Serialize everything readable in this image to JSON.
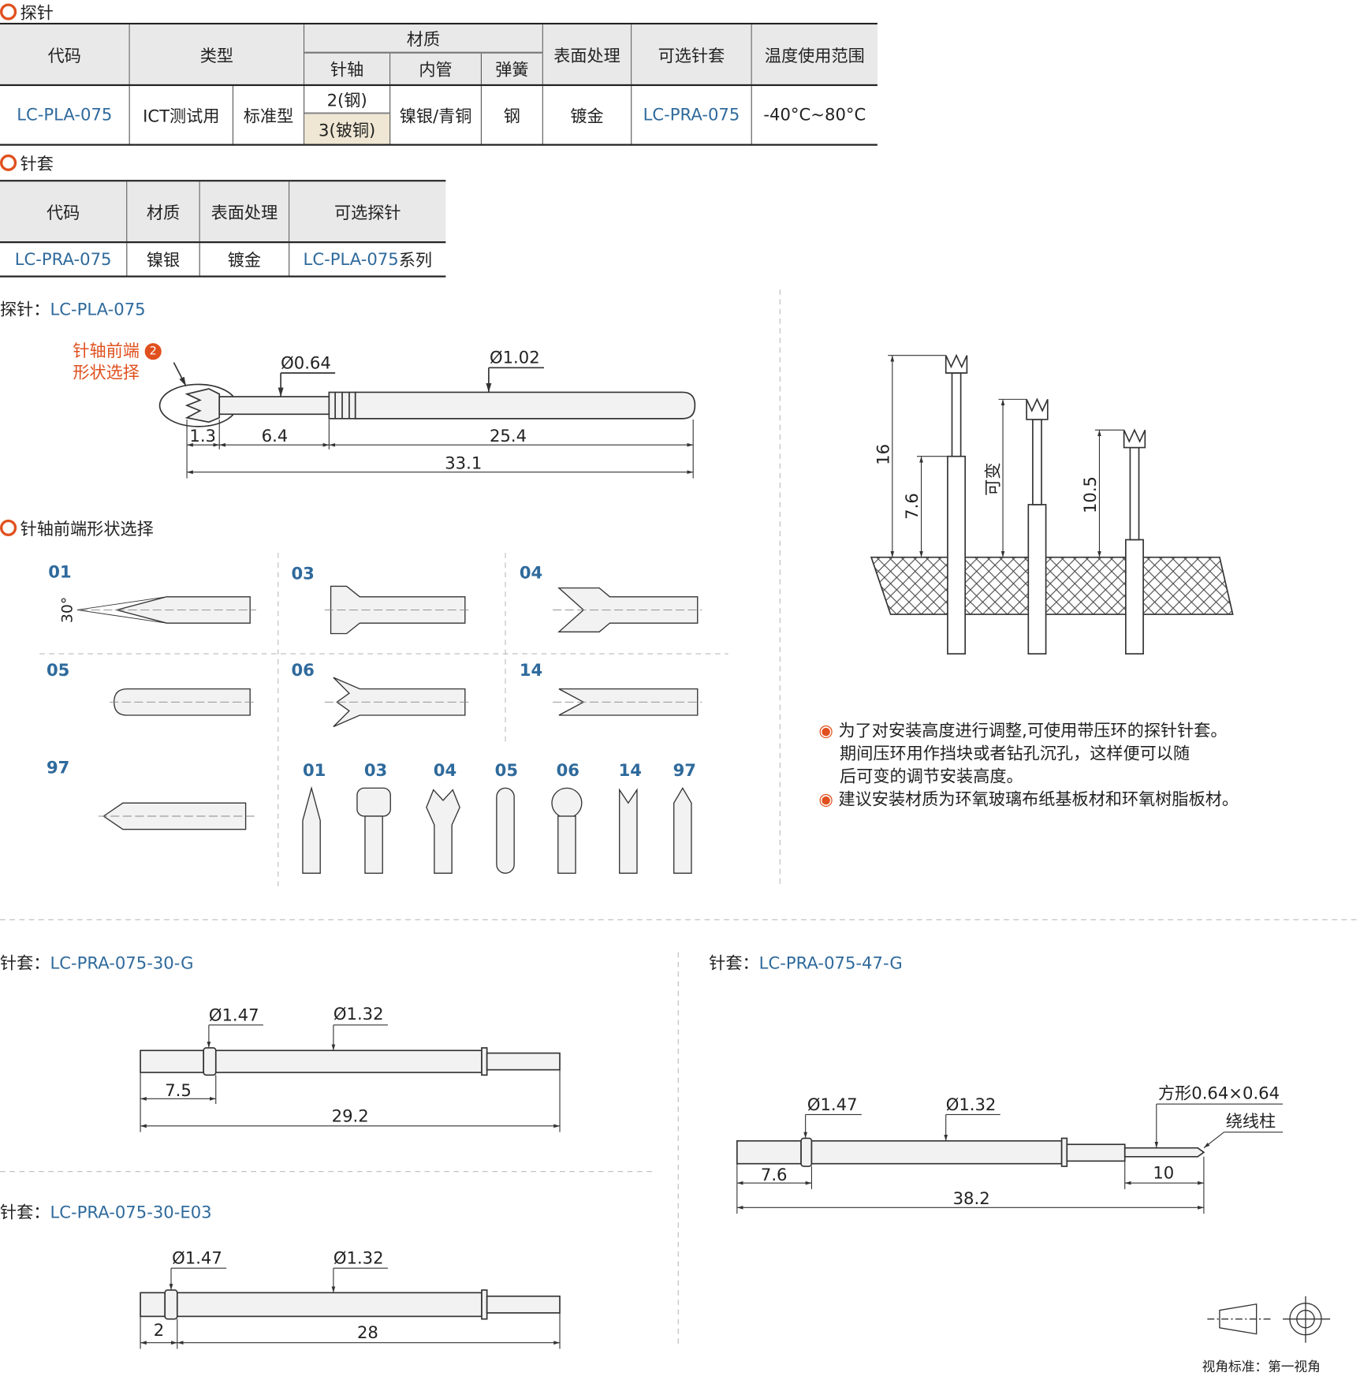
{
  "probe_table": {
    "title": "探针",
    "headers": {
      "code": "代码",
      "type": "类型",
      "material": "材质",
      "shaft": "针轴",
      "tube": "内管",
      "spring": "弹簧",
      "surface": "表面处理",
      "sleeve": "可选针套",
      "temp": "温度使用范围"
    },
    "row": {
      "code": "LC-PLA-075",
      "type1": "ICT测试用",
      "type2": "标准型",
      "shaft1": "2(钢)",
      "shaft2": "3(铍铜)",
      "tube": "镍银/青铜",
      "spring": "钢",
      "surface": "镀金",
      "sleeve": "LC-PRA-075",
      "temp": "-40°C~80°C"
    }
  },
  "sleeve_table": {
    "title": "针套",
    "headers": {
      "code": "代码",
      "material": "材质",
      "surface": "表面处理",
      "probe": "可选探针"
    },
    "row": {
      "code": "LC-PRA-075",
      "material": "镍银",
      "surface": "镀金",
      "probe_code": "LC-PLA-075",
      "probe_suffix": "系列"
    }
  },
  "probe_drawing": {
    "label": "探针：",
    "code": "LC-PLA-075",
    "callout1": "针轴前端",
    "callout_num": "2",
    "callout2": "形状选择",
    "d_tip": "Ø0.64",
    "d_body": "Ø1.02",
    "l1": "1.3",
    "l2": "6.4",
    "l3": "25.4",
    "total": "33.1"
  },
  "tip_shapes": {
    "title": "针轴前端形状选择",
    "angle": "30°",
    "codes": [
      "01",
      "03",
      "04",
      "05",
      "06",
      "14",
      "97"
    ]
  },
  "install": {
    "h1": "16",
    "h2": "7.6",
    "variable": "可变",
    "h3": "10.5"
  },
  "notes": [
    "为了对安装高度进行调整,可使用带压环的探针针套。",
    "期间压环用作挡块或者钻孔沉孔，这样便可以随",
    "后可变的调节安装高度。",
    "建议安装材质为环氧玻璃布纸基板材和环氧树脂板材。"
  ],
  "sleeve_a": {
    "label": "针套：",
    "code": "LC-PRA-075-30-G",
    "d1": "Ø1.47",
    "d2": "Ø1.32",
    "l1": "7.5",
    "total": "29.2"
  },
  "sleeve_b": {
    "label": "针套：",
    "code": "LC-PRA-075-30-E03",
    "d1": "Ø1.47",
    "d2": "Ø1.32",
    "l1": "2",
    "l2": "28"
  },
  "sleeve_c": {
    "label": "针套：",
    "code": "LC-PRA-075-47-G",
    "d1": "Ø1.47",
    "d2": "Ø1.32",
    "square": "方形0.64×0.64",
    "post": "绕线柱",
    "l1": "7.6",
    "l2": "10",
    "total": "38.2"
  },
  "view_standard": "视角标准：第一视角",
  "colors": {
    "accent": "#e0501e",
    "link": "#2f6a9c",
    "header_bg": "#e9e9e9",
    "highlight": "#efe7d3"
  }
}
